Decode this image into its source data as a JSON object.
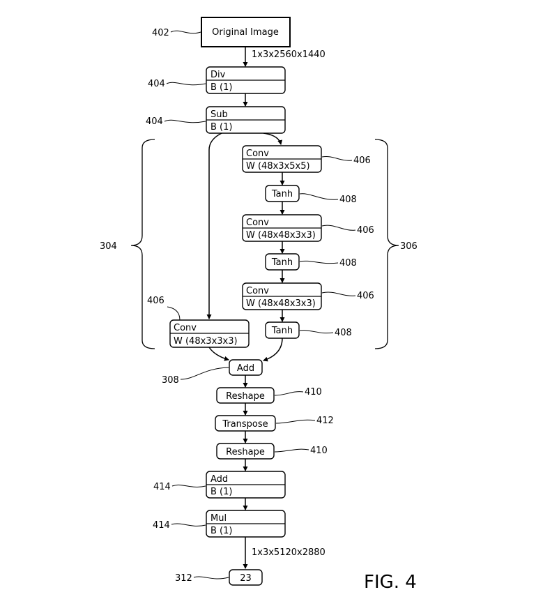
{
  "nodes": {
    "original_image": {
      "label": "Original Image",
      "ref": "402"
    },
    "div": {
      "label": "Div",
      "sub": "B (1)",
      "ref": "404"
    },
    "sub": {
      "label": "Sub",
      "sub": "B (1)",
      "ref": "404"
    },
    "conv1": {
      "label": "Conv",
      "sub": "W (48x3x5x5)",
      "ref": "406"
    },
    "tanh1": {
      "label": "Tanh",
      "ref": "408"
    },
    "conv2": {
      "label": "Conv",
      "sub": "W (48x48x3x3)",
      "ref": "406"
    },
    "tanh2": {
      "label": "Tanh",
      "ref": "408"
    },
    "conv3": {
      "label": "Conv",
      "sub": "W (48x48x3x3)",
      "ref": "406"
    },
    "tanh3": {
      "label": "Tanh",
      "ref": "408"
    },
    "conv_left": {
      "label": "Conv",
      "sub": "W (48x3x3x3)",
      "ref": "406"
    },
    "add1": {
      "label": "Add",
      "ref": "308"
    },
    "reshape1": {
      "label": "Reshape",
      "ref": "410"
    },
    "transpose": {
      "label": "Transpose",
      "ref": "412"
    },
    "reshape2": {
      "label": "Reshape",
      "ref": "410"
    },
    "add2": {
      "label": "Add",
      "sub": "B (1)",
      "ref": "414"
    },
    "mul": {
      "label": "Mul",
      "sub": "B (1)",
      "ref": "414"
    },
    "output": {
      "label": "23",
      "ref": "312"
    }
  },
  "edge_labels": {
    "input_shape": "1x3x2560x1440",
    "output_shape": "1x3x5120x2880"
  },
  "braces": {
    "left": "304",
    "right": "306"
  },
  "figure_label": "FIG. 4"
}
